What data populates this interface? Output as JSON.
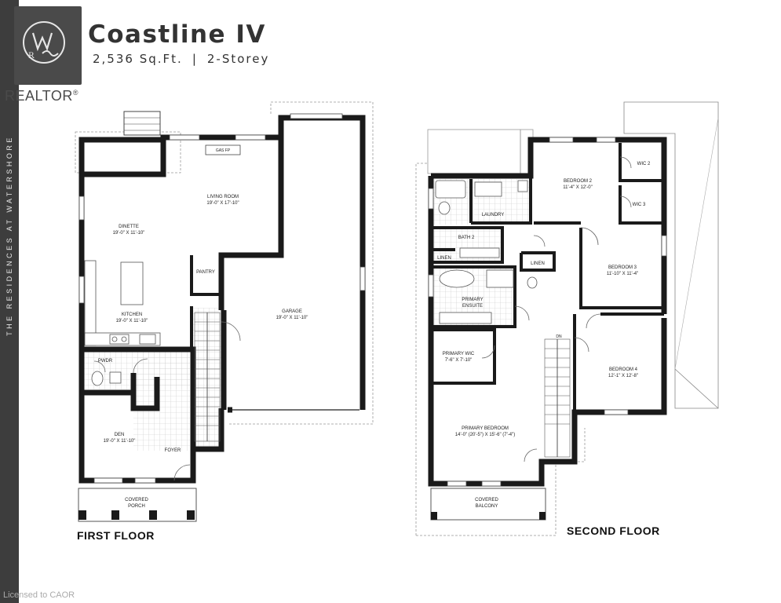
{
  "header": {
    "title": "Coastline IV",
    "area": "2,536 Sq.Ft.",
    "separator": "|",
    "storeys": "2-Storey"
  },
  "branding": {
    "sidebar_text": "THE RESIDENCES AT WATERSHORE",
    "realtor": "REALTOR",
    "realtor_mark": "®",
    "license": "Licensed to CAOR"
  },
  "floors": {
    "first": {
      "label": "FIRST FLOOR"
    },
    "second": {
      "label": "SECOND FLOOR"
    }
  },
  "rooms": {
    "living": {
      "name": "LIVING ROOM",
      "dim": "19'-0\" X 17'-10\""
    },
    "gas_fp": {
      "name": "GAS FP"
    },
    "dinette": {
      "name": "DINETTE",
      "dim": "19'-0\" X 11'-10\""
    },
    "kitchen": {
      "name": "KITCHEN",
      "dim": "19'-0\" X 11'-10\""
    },
    "pantry": {
      "name": "PANTRY"
    },
    "garage": {
      "name": "GARAGE",
      "dim": "19'-0\" X 11'-10\""
    },
    "pwdr": {
      "name": "PWDR"
    },
    "den": {
      "name": "DEN",
      "dim": "19'-0\" X 11'-10\""
    },
    "foyer": {
      "name": "FOYER"
    },
    "porch": {
      "line1": "COVERED",
      "line2": "PORCH"
    },
    "laundry": {
      "name": "LAUNDRY"
    },
    "bedroom2": {
      "name": "BEDROOM 2",
      "dim": "11'-4\" X 12'-0\""
    },
    "wic2": {
      "name": "WIC 2"
    },
    "wic3": {
      "name": "WIC 3"
    },
    "bath2": {
      "name": "BATH 2"
    },
    "linen_a": {
      "name": "LINEN"
    },
    "linen_b": {
      "name": "LINEN"
    },
    "bedroom3": {
      "name": "BEDROOM 3",
      "dim": "11'-10\" X 11'-4\""
    },
    "ensuite": {
      "line1": "PRIMARY",
      "line2": "ENSUITE"
    },
    "primary_wic": {
      "name": "PRIMARY WIC",
      "dim": "7'-6\" X 7'-10\""
    },
    "bedroom4": {
      "name": "BEDROOM 4",
      "dim": "12'-1\" X 12'-8\""
    },
    "primary_bed": {
      "name": "PRIMARY BEDROOM",
      "dim": "14'-0\" (20'-5\") X 15'-6\" (7'-4\")"
    },
    "balcony": {
      "line1": "COVERED",
      "line2": "BALCONY"
    },
    "dn": {
      "name": "DN"
    }
  }
}
